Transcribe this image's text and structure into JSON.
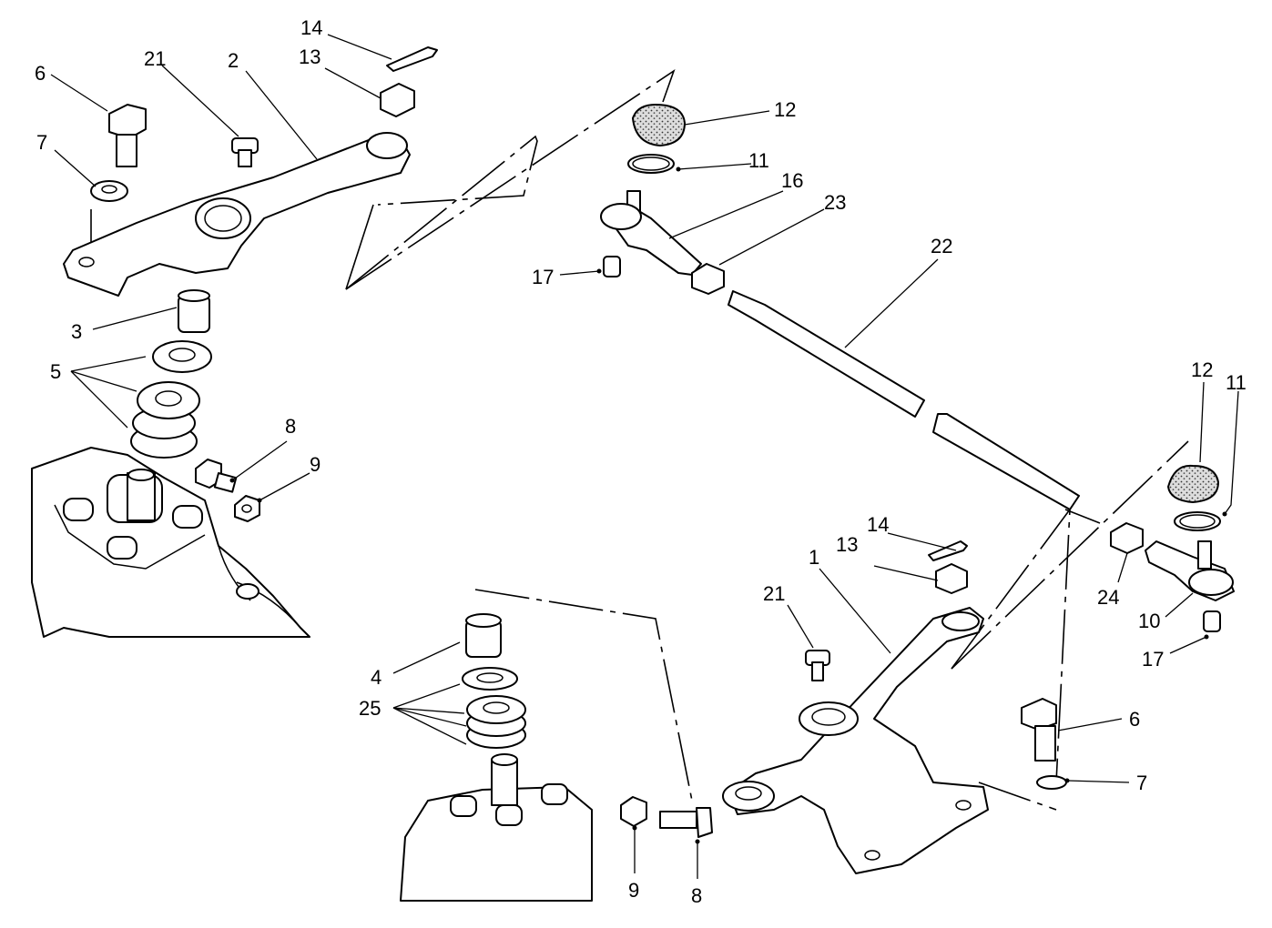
{
  "callouts": {
    "c1": "1",
    "c2": "2",
    "c3": "3",
    "c4": "4",
    "c5": "5",
    "c6a": "6",
    "c6b": "6",
    "c7a": "7",
    "c7b": "7",
    "c8a": "8",
    "c8b": "8",
    "c9a": "9",
    "c9b": "9",
    "c10": "10",
    "c11a": "11",
    "c11b": "11",
    "c12a": "12",
    "c12b": "12",
    "c13a": "13",
    "c13b": "13",
    "c14a": "14",
    "c14b": "14",
    "c16": "16",
    "c17a": "17",
    "c17b": "17",
    "c21a": "21",
    "c21b": "21",
    "c22": "22",
    "c23": "23",
    "c24": "24",
    "c25": "25"
  }
}
